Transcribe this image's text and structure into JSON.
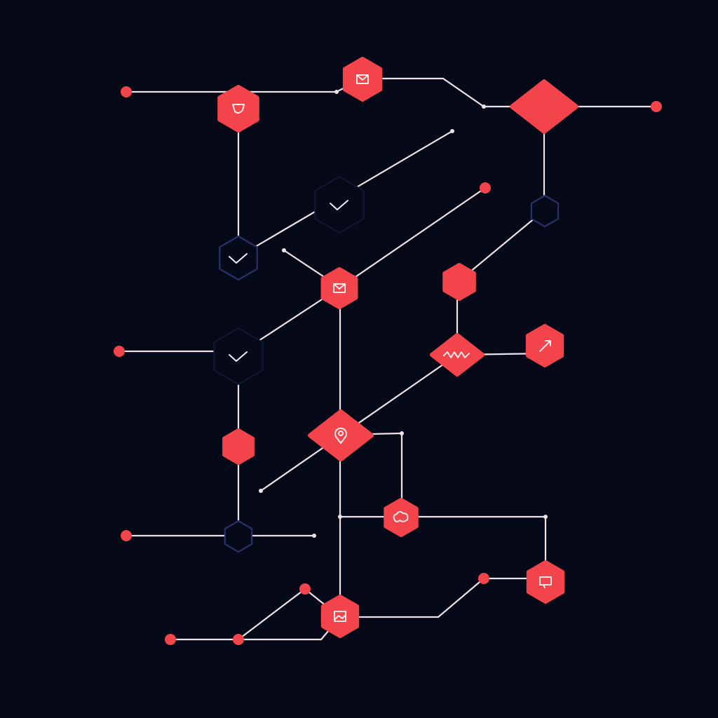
{
  "colors": {
    "background": "#060a18",
    "accent": "#f3434b",
    "line": "#efe2e6",
    "outline": "#2c2f6a",
    "outline_faint": "#121735",
    "glyph": "#ffe9ea"
  },
  "nodes": [
    {
      "id": "n-shield",
      "shape": "hex",
      "style": "filled",
      "icon": "shield-icon"
    },
    {
      "id": "n-mail-top",
      "shape": "hex",
      "style": "filled",
      "icon": "mail-icon"
    },
    {
      "id": "n-diamond",
      "shape": "diamond",
      "style": "filled",
      "icon": "none"
    },
    {
      "id": "n-hex-dark1",
      "shape": "hex",
      "style": "outline",
      "icon": "none"
    },
    {
      "id": "n-check1",
      "shape": "hex",
      "style": "outline_faint",
      "icon": "check-icon"
    },
    {
      "id": "n-check2",
      "shape": "hex",
      "style": "outline",
      "icon": "check-icon"
    },
    {
      "id": "n-mail-mid",
      "shape": "hex",
      "style": "filled",
      "icon": "mail-icon"
    },
    {
      "id": "n-plain1",
      "shape": "hex",
      "style": "filled",
      "icon": "none"
    },
    {
      "id": "n-wave",
      "shape": "diamond",
      "style": "filled",
      "icon": "wave-icon"
    },
    {
      "id": "n-arrow",
      "shape": "hex",
      "style": "filled",
      "icon": "arrow-icon"
    },
    {
      "id": "n-check3",
      "shape": "hex",
      "style": "outline_faint",
      "icon": "check-icon"
    },
    {
      "id": "n-plain2",
      "shape": "hex",
      "style": "filled",
      "icon": "none"
    },
    {
      "id": "n-pin",
      "shape": "diamond",
      "style": "filled",
      "icon": "pin-icon"
    },
    {
      "id": "n-cloud",
      "shape": "hex",
      "style": "filled",
      "icon": "cloud-icon"
    },
    {
      "id": "n-hex-dark2",
      "shape": "hex",
      "style": "outline",
      "icon": "none"
    },
    {
      "id": "n-screen",
      "shape": "hex",
      "style": "filled",
      "icon": "screen-icon"
    },
    {
      "id": "n-image",
      "shape": "hex",
      "style": "filled",
      "icon": "image-icon"
    }
  ]
}
